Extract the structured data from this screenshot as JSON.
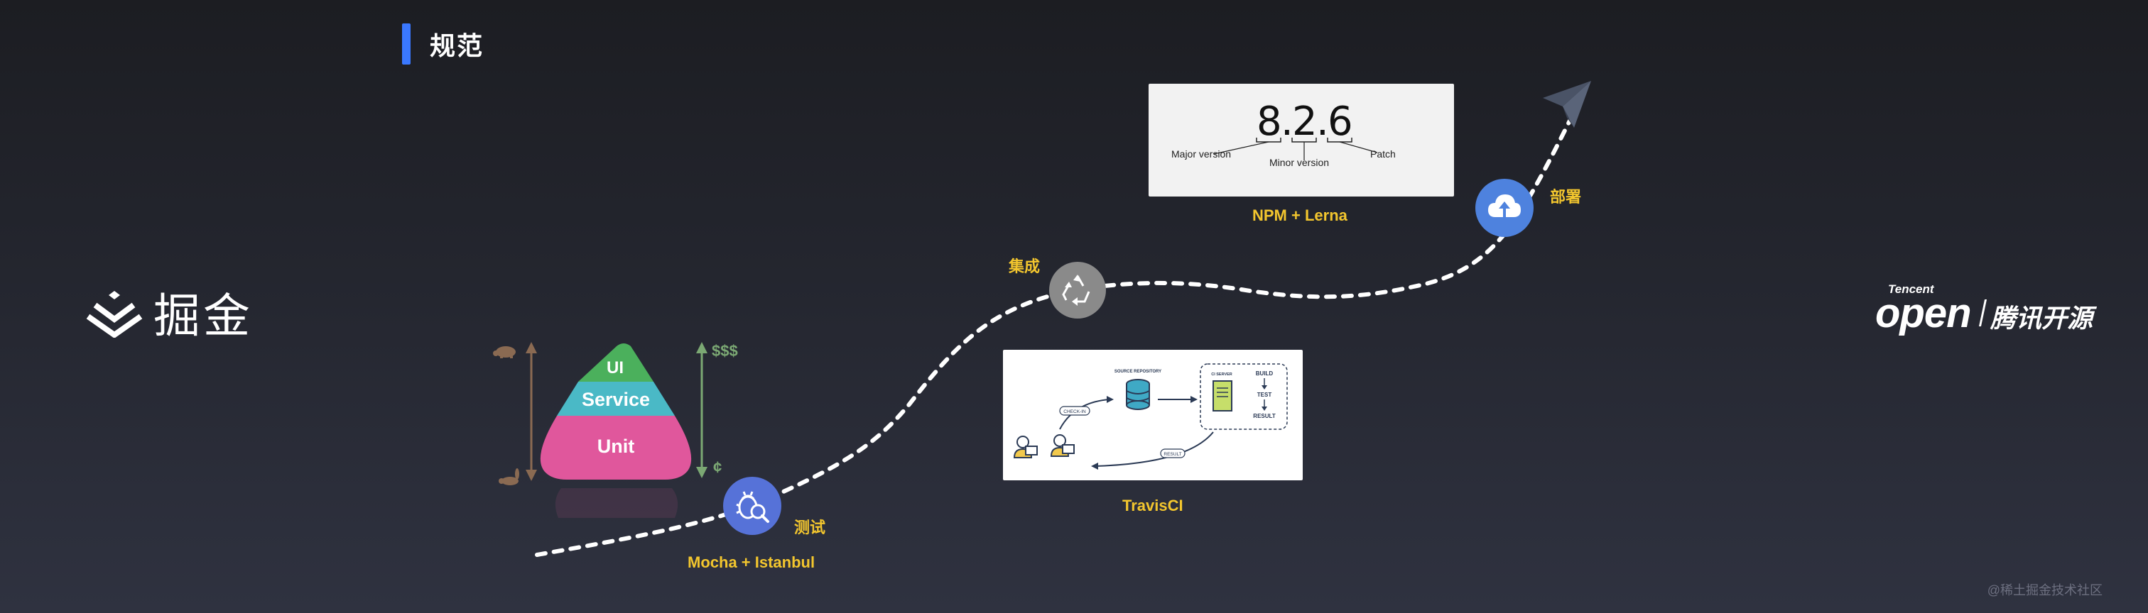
{
  "header": {
    "title": "规范"
  },
  "logos": {
    "left_brand": "掘金",
    "right_brand_small": "Tencent",
    "right_brand_open": "open",
    "right_brand_cn": "腾讯开源"
  },
  "stages": {
    "test": {
      "label": "测试",
      "tool": "Mocha + Istanbul",
      "icon": "bug-search-icon"
    },
    "ci": {
      "label": "集成",
      "tool": "TravisCI",
      "icon": "recycle-icon"
    },
    "deploy": {
      "label": "部署",
      "tool": "NPM + Lerna",
      "icon": "cloud-upload-icon"
    }
  },
  "pyramid": {
    "layers": [
      "UI",
      "Service",
      "Unit"
    ],
    "cost_high": "$$$",
    "cost_low": "¢",
    "layer_colors": [
      "#4bb05c",
      "#4ab9c6",
      "#e0579c"
    ]
  },
  "npm": {
    "version": {
      "major": "8",
      "minor": "2",
      "patch": "6",
      "sep1": ".",
      "sep2": "."
    },
    "major_label": "Major version",
    "minor_label": "Minor version",
    "patch_label": "Patch"
  },
  "travis": {
    "source_repo": "SOURCE REPOSITORY",
    "ci_server": "CI SERVER",
    "build": "BUILD",
    "test": "TEST",
    "result": "RESULT",
    "check_in": "CHECK-IN",
    "result_pill": "RESULT"
  },
  "footer": {
    "watermark": "@稀土掘金技术社区"
  },
  "colors": {
    "accent": "#3a78ff",
    "yellow": "#f3c62e"
  }
}
